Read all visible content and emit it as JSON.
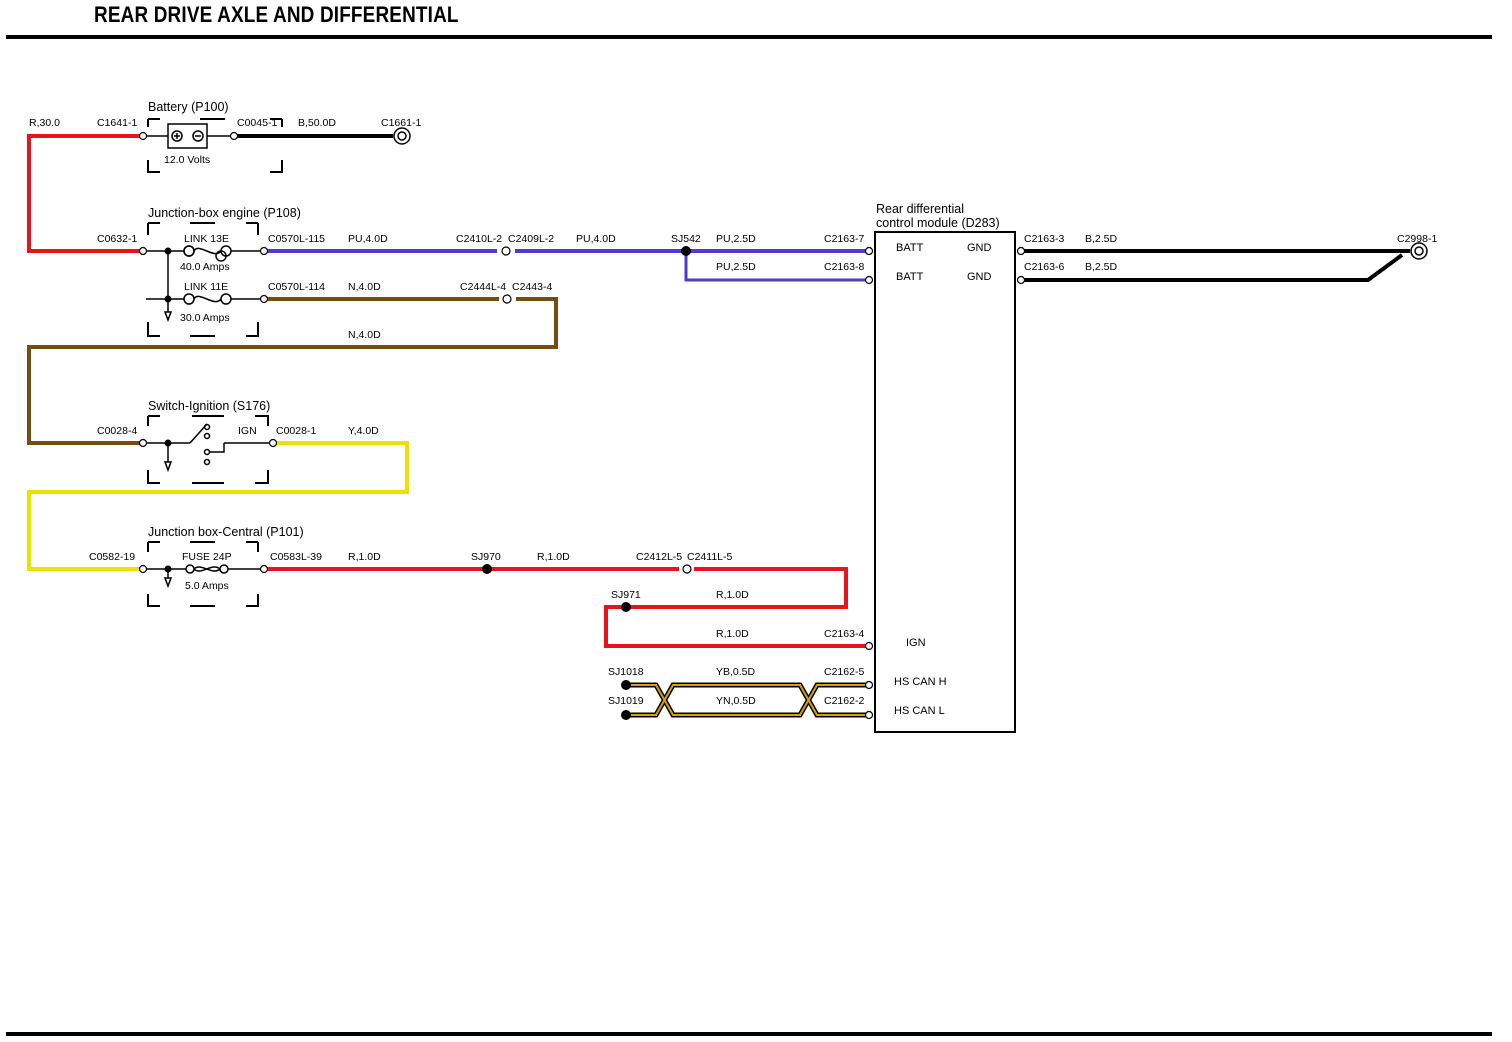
{
  "title": "REAR DRIVE AXLE AND DIFFERENTIAL",
  "colors": {
    "red": "#e8141c",
    "black": "#000000",
    "purple": "#5038d0",
    "brown": "#7a4a12",
    "yellow": "#f0e000",
    "twisted_pair": "#d8a000"
  },
  "components": {
    "battery": {
      "name": "Battery (P100)",
      "rating": "12.0 Volts"
    },
    "junction_engine": {
      "name": "Junction-box engine (P108)",
      "link1": "LINK 13E",
      "link1_rating": "40.0 Amps",
      "link2": "LINK 11E",
      "link2_rating": "30.0 Amps"
    },
    "ignition": {
      "name": "Switch-Ignition (S176)",
      "pos": "IGN"
    },
    "junction_central": {
      "name": "Junction box-Central (P101)",
      "fuse": "FUSE 24P",
      "fuse_rating": "5.0 Amps"
    },
    "module": {
      "name1": "Rear differential",
      "name2": "control module (D283)",
      "pins": {
        "batt1": "BATT",
        "batt2": "BATT",
        "gnd1": "GND",
        "gnd2": "GND",
        "ign": "IGN",
        "can_h": "HS CAN H",
        "can_l": "HS CAN L"
      }
    }
  },
  "connectors": {
    "c1641_1": "C1641-1",
    "c0045_1": "C0045-1",
    "c1661_1": "C1661-1",
    "c0632_1": "C0632-1",
    "c0570l_115": "C0570L-115",
    "c0570l_114": "C0570L-114",
    "c2410l_2": "C2410L-2",
    "c2409l_2": "C2409L-2",
    "c2444l_4": "C2444L-4",
    "c2443_4": "C2443-4",
    "c0028_4": "C0028-4",
    "c0028_1": "C0028-1",
    "c0582_19": "C0582-19",
    "c0583l_39": "C0583L-39",
    "c2412l_5": "C2412L-5",
    "c2411l_5": "C2411L-5",
    "c2163_7": "C2163-7",
    "c2163_8": "C2163-8",
    "c2163_4": "C2163-4",
    "c2162_5": "C2162-5",
    "c2162_2": "C2162-2",
    "c2163_3": "C2163-3",
    "c2163_6": "C2163-6",
    "c2998_1": "C2998-1"
  },
  "splices": {
    "sj542": "SJ542",
    "sj970": "SJ970",
    "sj971": "SJ971",
    "sj1018": "SJ1018",
    "sj1019": "SJ1019"
  },
  "wires": {
    "r_30_0": "R,30.0",
    "b_50_0d": "B,50.0D",
    "pu_4_0d_a": "PU,4.0D",
    "pu_4_0d_b": "PU,4.0D",
    "pu_2_5d_a": "PU,2.5D",
    "pu_2_5d_b": "PU,2.5D",
    "n_4_0d_a": "N,4.0D",
    "n_4_0d_b": "N,4.0D",
    "y_4_0d": "Y,4.0D",
    "r_1_0d_a": "R,1.0D",
    "r_1_0d_b": "R,1.0D",
    "r_1_0d_c": "R,1.0D",
    "r_1_0d_d": "R,1.0D",
    "yb_0_5d": "YB,0.5D",
    "yn_0_5d": "YN,0.5D",
    "b_2_5d_a": "B,2.5D",
    "b_2_5d_b": "B,2.5D"
  }
}
